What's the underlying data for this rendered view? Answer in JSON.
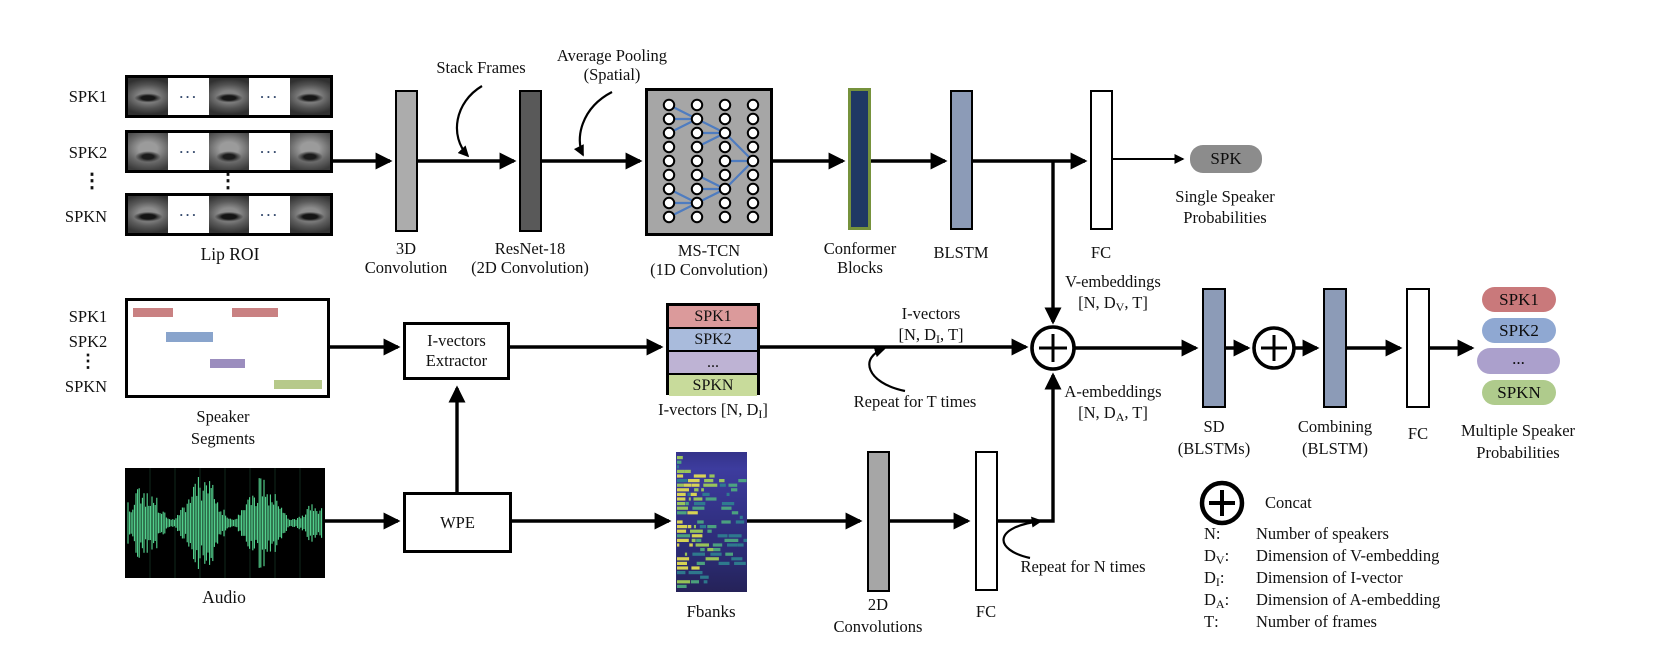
{
  "diagram": {
    "video": {
      "spk_labels": [
        "SPK1",
        "SPK2",
        "SPKN"
      ],
      "vdots": "⋮",
      "gap_dots": "···",
      "lip_roi": "Lip ROI",
      "conv3d_l1": "3D",
      "conv3d_l2": "Convolution",
      "stack_frames": "Stack Frames",
      "resnet_l1": "ResNet-18",
      "resnet_l2": "(2D Convolution)",
      "avgpool_l1": "Average Pooling",
      "avgpool_l2": "(Spatial)",
      "mstcn_l1": "MS-TCN",
      "mstcn_l2": "(1D Convolution)",
      "conformer_l1": "Conformer",
      "conformer_l2": "Blocks",
      "blstm": "BLSTM",
      "fc": "FC",
      "spk_pill": "SPK",
      "single_l1": "Single Speaker",
      "single_l2": "Probabilities",
      "vemb_l1": "V-embeddings",
      "vemb_pre": "[N, D",
      "vemb_sub": "V",
      "vemb_post": ", T]"
    },
    "ivector": {
      "seg_labels": [
        "SPK1",
        "SPK2",
        "⋮",
        "SPKN"
      ],
      "seg_cap_l1": "Speaker",
      "seg_cap_l2": "Segments",
      "extractor_l1": "I-vectors",
      "extractor_l2": "Extractor",
      "stack_rows": [
        "SPK1",
        "SPK2",
        "...",
        "SPKN"
      ],
      "stack_cap_pre": "I-vectors [N, D",
      "stack_cap_sub": "I",
      "stack_cap_post": "]",
      "iv_l1": "I-vectors",
      "iv_pre": "[N, D",
      "iv_sub": "I",
      "iv_post": ", T]",
      "repeat_t": "Repeat for T times"
    },
    "audio": {
      "audio_cap": "Audio",
      "wpe": "WPE",
      "fbanks_cap": "Fbanks",
      "conv2d_l1": "2D",
      "conv2d_l2": "Convolutions",
      "fc": "FC",
      "repeat_n": "Repeat for N times",
      "aemb_l1": "A-embeddings",
      "aemb_pre": "[N, D",
      "aemb_sub": "A",
      "aemb_post": ", T]"
    },
    "fusion": {
      "sd_l1": "SD",
      "sd_l2": "(BLSTMs)",
      "comb_l1": "Combining",
      "comb_l2": "(BLSTM)",
      "fc": "FC",
      "multi_l1": "Multiple Speaker",
      "multi_l2": "Probabilities",
      "pills": [
        "SPK1",
        "SPK2",
        "...",
        "SPKN"
      ]
    },
    "legend": {
      "concat": "Concat",
      "rows": [
        {
          "k": "N",
          "s": "",
          "c": ":",
          "d": "Number of speakers"
        },
        {
          "k": "D",
          "s": "V",
          "c": ":",
          "d": "Dimension of V-embedding"
        },
        {
          "k": "D",
          "s": "I",
          "c": ":",
          "d": "Dimension of I-vector"
        },
        {
          "k": "D",
          "s": "A",
          "c": ":",
          "d": "Dimension of A-embedding"
        },
        {
          "k": "T",
          "s": "",
          "c": ":",
          "d": "Number of frames"
        }
      ]
    },
    "colors": {
      "bar_gray_light": "#ACACAC",
      "bar_gray_dark": "#595959",
      "mstcn_bg": "#A6A6A6",
      "conformer_fill": "#1F3864",
      "conformer_border": "#76923C",
      "slate_bar": "#8C9BB7",
      "spk_gray_pill": "#8C8C8C",
      "pill_red": "#C9797B",
      "pill_blue": "#8FA8D2",
      "pill_purple": "#ABA0CC",
      "pill_green": "#AFCB8C",
      "stack_red": "#DB9A9B",
      "stack_blue": "#A9BBDC",
      "stack_purple": "#BEB3D4",
      "stack_green": "#C8DB9B",
      "seg_red": "#C98182",
      "seg_blue": "#89A4CC",
      "seg_purple": "#9B8DBE",
      "seg_green": "#B6C98A",
      "tcn_edge_blue": "#4E7CC0",
      "waveform_green": "#57D993"
    }
  }
}
